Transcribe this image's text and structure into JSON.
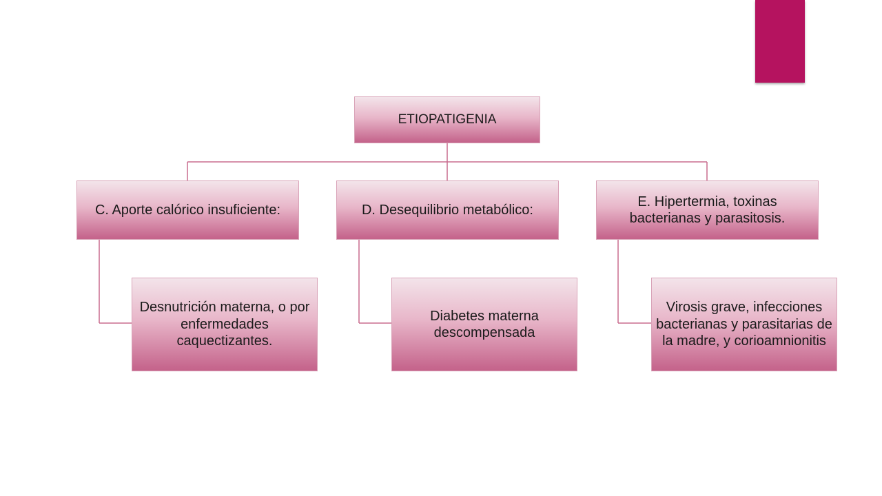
{
  "colors": {
    "accent_bar": "#b5135f",
    "connector": "#c86b8e",
    "node_top": "#f3e4ea",
    "node_bottom": "#c4628a"
  },
  "diagram": {
    "root": {
      "label": "ETIOPATIGENIA"
    },
    "branches": [
      {
        "label": "C. Aporte calórico insuficiente:",
        "child": "Desnutrición materna, o por enfermedades caquectizantes."
      },
      {
        "label": "D. Desequilibrio metabólico:",
        "child": "Diabetes materna descompensada"
      },
      {
        "label": "E. Hipertermia, toxinas bacterianas y parasitosis.",
        "child": "Virosis grave, infecciones bacterianas y parasitarias de la madre, y corioamnionitis"
      }
    ]
  }
}
